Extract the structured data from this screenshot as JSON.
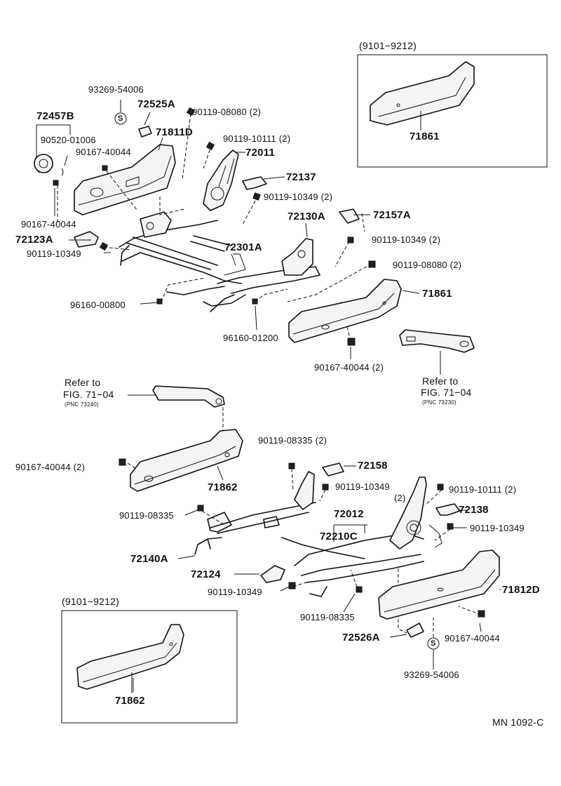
{
  "figure": {
    "code": "MN 1092-C",
    "parts": {
      "p93269_54006_top": "93269-54006",
      "p72525A": "72525A",
      "p72457B": "72457B",
      "p90520_01006": "90520-01006",
      "p90167_40044_a": "90167-40044",
      "p90167_40044_b": "90167-40044",
      "p72123A": "72123A",
      "p90119_10349_a": "90119-10349",
      "p90119_08080_a": "90119-08080 (2)",
      "p71811D": "71811D",
      "p90119_10111_a": "90119-10111 (2)",
      "p72011": "72011",
      "p72137": "72137",
      "p90119_10349_b": "90119-10349 (2)",
      "p72130A": "72130A",
      "p72157A": "72157A",
      "p90119_10349_c": "90119-10349 (2)",
      "p72301A": "72301A",
      "p90119_08080_b": "90119-08080 (2)",
      "p96160_00800": "96160-00800",
      "p71861_main": "71861",
      "p96160_01200": "96160-01200",
      "p90167_40044_c": "90167-40044 (2)",
      "p90119_08335_a": "90119-08335 (2)",
      "p72158": "72158",
      "p90167_40044_d": "90167-40044 (2)",
      "p71862_main": "71862",
      "p90119_10349_d": "90119-10349",
      "p90119_10349_d_qty": "(2)",
      "p90119_10111_b": "90119-10111 (2)",
      "p90119_08335_b": "90119-08335",
      "p72012": "72012",
      "p72210C": "72210C",
      "p72138": "72138",
      "p90119_10349_e": "90119-10349",
      "p72140A": "72140A",
      "p72124": "72124",
      "p90119_10349_f": "90119-10349",
      "p71812D": "71812D",
      "p90119_08335_c": "90119-08335",
      "p72526A": "72526A",
      "p90167_40044_e": "90167-40044",
      "p93269_54006_bot": "93269-54006"
    },
    "inset_top": {
      "title": "(9101−9212)",
      "part": "71861"
    },
    "inset_bottom": {
      "title": "(9101−9212)",
      "part": "71862"
    },
    "refer_left": {
      "line1": "Refer to",
      "line2": "FIG. 71−04",
      "line3": "(PNC 73240)"
    },
    "refer_right": {
      "line1": "Refer to",
      "line2": "FIG. 71−04",
      "line3": "(PNC 73230)"
    },
    "seal_mark": "S"
  }
}
